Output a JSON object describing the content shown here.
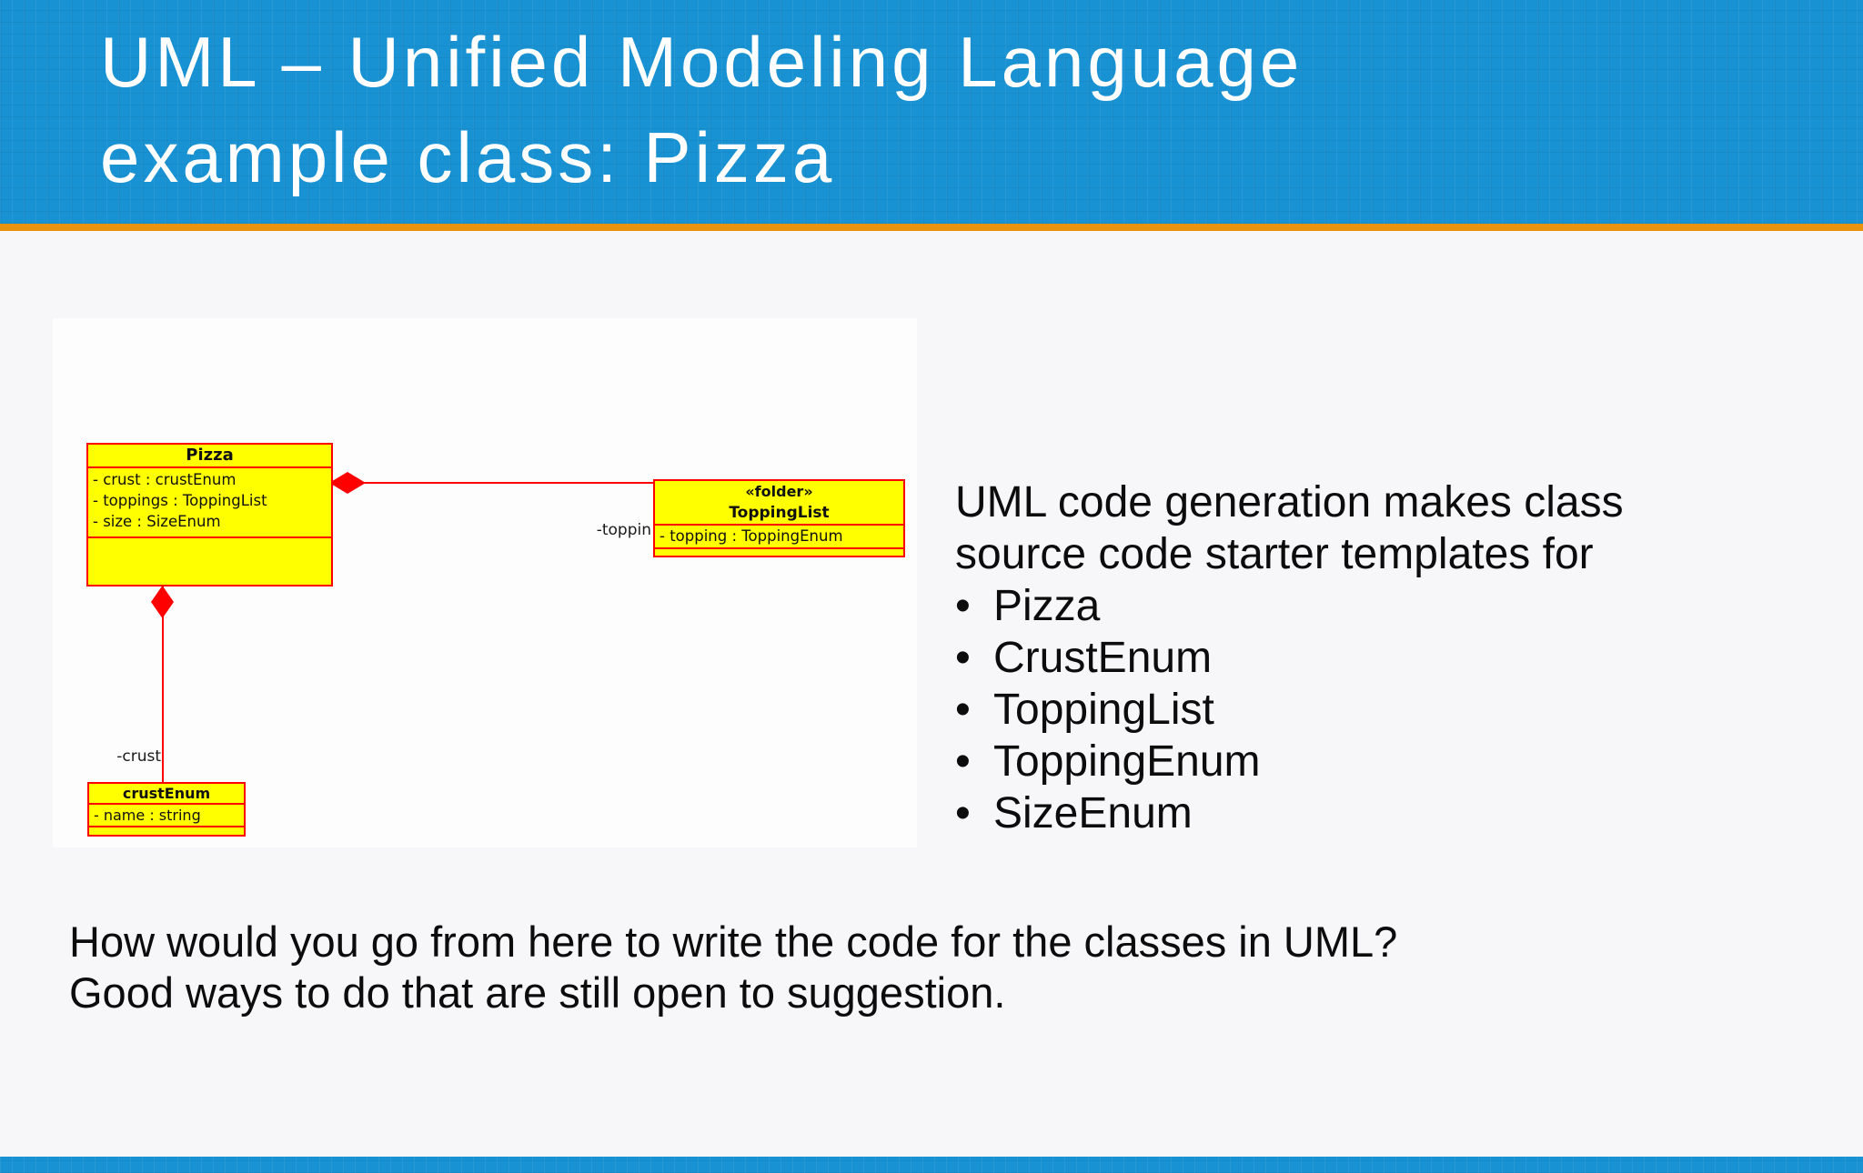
{
  "header": {
    "title_line1": "UML – Unified Modeling Language",
    "title_line2": "example class: Pizza",
    "bg_color": "#1892d2",
    "accent_color": "#e8920e"
  },
  "diagram": {
    "colors": {
      "fill": "#ffff00",
      "line": "#ff0000"
    },
    "pizza_class": {
      "title": "Pizza",
      "attributes": [
        "- crust : crustEnum",
        "- toppings : ToppingList",
        "- size : SizeEnum"
      ]
    },
    "toppinglist_class": {
      "stereotype": "«folder»",
      "title": "ToppingList",
      "attributes": [
        "- topping : ToppingEnum"
      ]
    },
    "crustenum_class": {
      "title": "crustEnum",
      "attributes": [
        "- name : string"
      ]
    },
    "labels": {
      "toppings_role": "-toppin",
      "crust_role": "-crust"
    }
  },
  "body": {
    "intro_line1": "UML code generation makes class",
    "intro_line2": "source code starter templates for",
    "bullet_char": "•",
    "bullets": [
      "Pizza",
      "CrustEnum",
      "ToppingList",
      "ToppingEnum",
      "SizeEnum"
    ]
  },
  "footer_text": {
    "line1": "How would you go from here to write the code for the classes in UML?",
    "line2": "Good ways to do that are still open to suggestion."
  }
}
